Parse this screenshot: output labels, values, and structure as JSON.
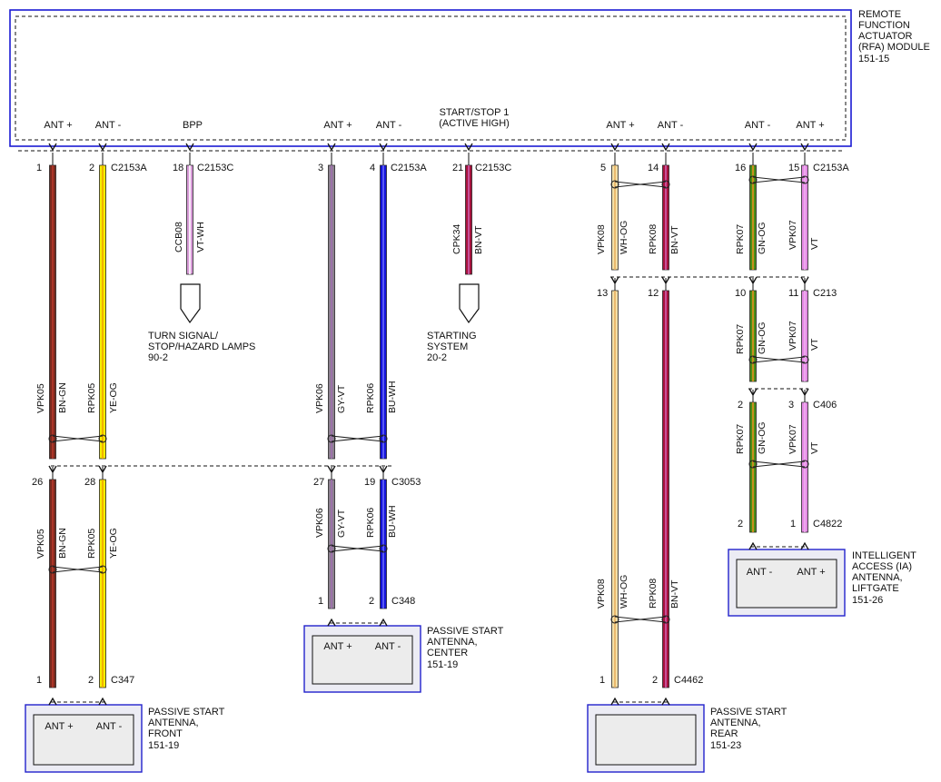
{
  "colors": {
    "BN": "#7a2a1e",
    "YE": "#f5ee00",
    "VT-WH": "#d89ad8",
    "GY": "#8d8090",
    "BU": "#1414d8",
    "BN-VT": "#a8123e",
    "WH-OG": "#f2dfa8",
    "GN": "#4a8f18",
    "VT": "#e48ae4",
    "module_border": "#1a1ad4"
  },
  "module": {
    "title": [
      "REMOTE",
      "FUNCTION",
      "ACTUATOR",
      "(RFA) MODULE",
      "151-15"
    ],
    "pins": [
      "ANT +",
      "ANT -",
      "BPP",
      "ANT +",
      "ANT -",
      "START/STOP 1",
      "(ACTIVE HIGH)",
      "ANT +",
      "ANT -",
      "ANT -",
      "ANT +"
    ]
  },
  "connectors": {
    "c2153a": "C2153A",
    "c2153c": "C2153C",
    "c3053": "C3053",
    "c348": "C348",
    "c347": "C347",
    "c4462": "C4462",
    "c213": "C213",
    "c406": "C406",
    "c4822": "C4822"
  },
  "pin_numbers": {
    "p1": "1",
    "p2": "2",
    "p18": "18",
    "p3": "3",
    "p4": "4",
    "p21": "21",
    "p5": "5",
    "p14": "14",
    "p16": "16",
    "p15": "15",
    "p26": "26",
    "p28": "28",
    "p27": "27",
    "p19": "19",
    "b1a": "1",
    "b2a": "2",
    "c1a": "1",
    "c2a": "2",
    "p13": "13",
    "p12": "12",
    "p10": "10",
    "p11": "11",
    "p2b": "2",
    "p3b": "3",
    "p2c": "2",
    "p1c": "1",
    "p1d": "1",
    "p2d": "2"
  },
  "wires": {
    "w1": [
      "VPK05",
      "BN-GN"
    ],
    "w2": [
      "RPK05",
      "YE-OG"
    ],
    "w18": [
      "CCB08",
      "VT-WH"
    ],
    "w3": [
      "VPK06",
      "GY-VT"
    ],
    "w4": [
      "RPK06",
      "BU-WH"
    ],
    "w21": [
      "CPK34",
      "BN-VT"
    ],
    "w5": [
      "VPK08",
      "WH-OG"
    ],
    "w14": [
      "RPK08",
      "BN-VT"
    ],
    "w16": [
      "RPK07",
      "GN-OG"
    ],
    "w15": [
      "VPK07",
      "VT"
    ]
  },
  "destinations": {
    "turn": [
      "TURN SIGNAL/",
      "STOP/HAZARD LAMPS",
      "90-2"
    ],
    "starting": [
      "STARTING",
      "SYSTEM",
      "20-2"
    ]
  },
  "components": {
    "front": {
      "pins": [
        "ANT +",
        "ANT -"
      ],
      "title": [
        "PASSIVE START",
        "ANTENNA,",
        "FRONT",
        "151-19"
      ]
    },
    "center": {
      "pins": [
        "ANT +",
        "ANT -"
      ],
      "title": [
        "PASSIVE START",
        "ANTENNA,",
        "CENTER",
        "151-19"
      ]
    },
    "rear": {
      "title": [
        "PASSIVE START",
        "ANTENNA,",
        "REAR",
        "151-23"
      ]
    },
    "liftgate": {
      "pins": [
        "ANT -",
        "ANT +"
      ],
      "title": [
        "INTELLIGENT",
        "ACCESS (IA)",
        "ANTENNA,",
        "LIFTGATE",
        "151-26"
      ]
    }
  }
}
